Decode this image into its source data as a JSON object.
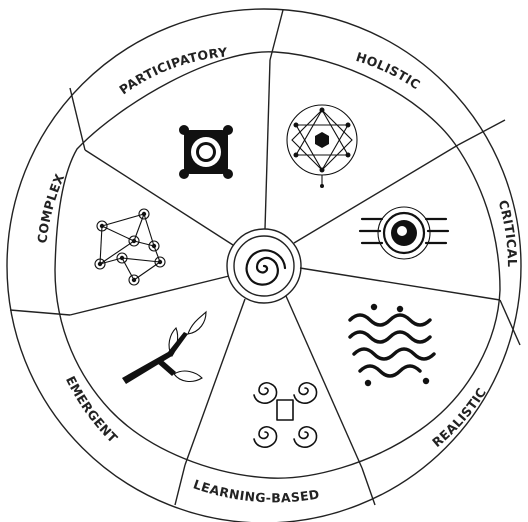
{
  "diagram": {
    "segments": [
      {
        "label": "PARTICIPATORY",
        "icon": "ring-of-people-icon"
      },
      {
        "label": "HOLISTIC",
        "icon": "sacred-geometry-icon"
      },
      {
        "label": "CRITICAL",
        "icon": "eye-icon"
      },
      {
        "label": "REALISTIC",
        "icon": "waves-icon"
      },
      {
        "label": "LEARNING-BASED",
        "icon": "spirals-icon"
      },
      {
        "label": "EMERGENT",
        "icon": "branch-icon"
      },
      {
        "label": "COMPLEX",
        "icon": "network-icon"
      }
    ],
    "center_icon": "spiral-icon",
    "line_color": "#222222",
    "background": "#ffffff"
  }
}
